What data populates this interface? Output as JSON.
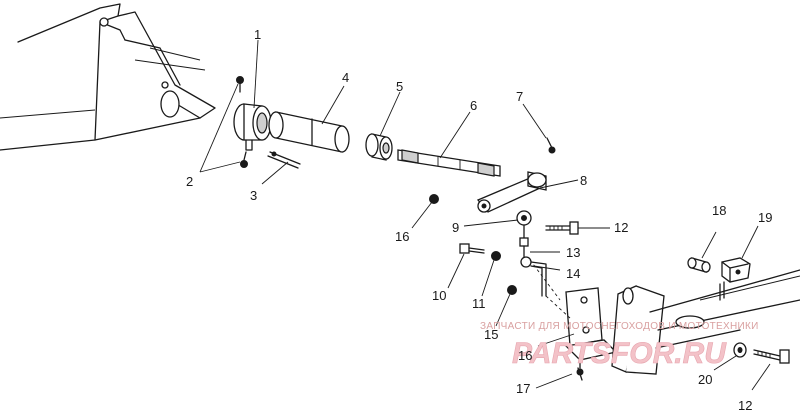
{
  "callouts": [
    {
      "id": "c1",
      "text": "1"
    },
    {
      "id": "c2",
      "text": "2"
    },
    {
      "id": "c3",
      "text": "3"
    },
    {
      "id": "c4",
      "text": "4"
    },
    {
      "id": "c5",
      "text": "5"
    },
    {
      "id": "c6",
      "text": "6"
    },
    {
      "id": "c7",
      "text": "7"
    },
    {
      "id": "c8",
      "text": "8"
    },
    {
      "id": "c9",
      "text": "9"
    },
    {
      "id": "c10",
      "text": "10"
    },
    {
      "id": "c11",
      "text": "11"
    },
    {
      "id": "c12a",
      "text": "12"
    },
    {
      "id": "c12b",
      "text": "12"
    },
    {
      "id": "c13",
      "text": "13"
    },
    {
      "id": "c14",
      "text": "14"
    },
    {
      "id": "c15",
      "text": "15"
    },
    {
      "id": "c16a",
      "text": "16"
    },
    {
      "id": "c16b",
      "text": "16"
    },
    {
      "id": "c17",
      "text": "17"
    },
    {
      "id": "c18",
      "text": "18"
    },
    {
      "id": "c19",
      "text": "19"
    },
    {
      "id": "c20",
      "text": "20"
    }
  ],
  "watermark": {
    "tagline": "ЗАПЧАСТИ ДЛЯ МОТОСНЕГОХОДОВ И МОТОТЕХНИКИ",
    "brand": "PARTSFOR.RU"
  },
  "colors": {
    "ink": "#1a1a1a",
    "background": "#ffffff",
    "watermark": "#f3c2c8"
  }
}
